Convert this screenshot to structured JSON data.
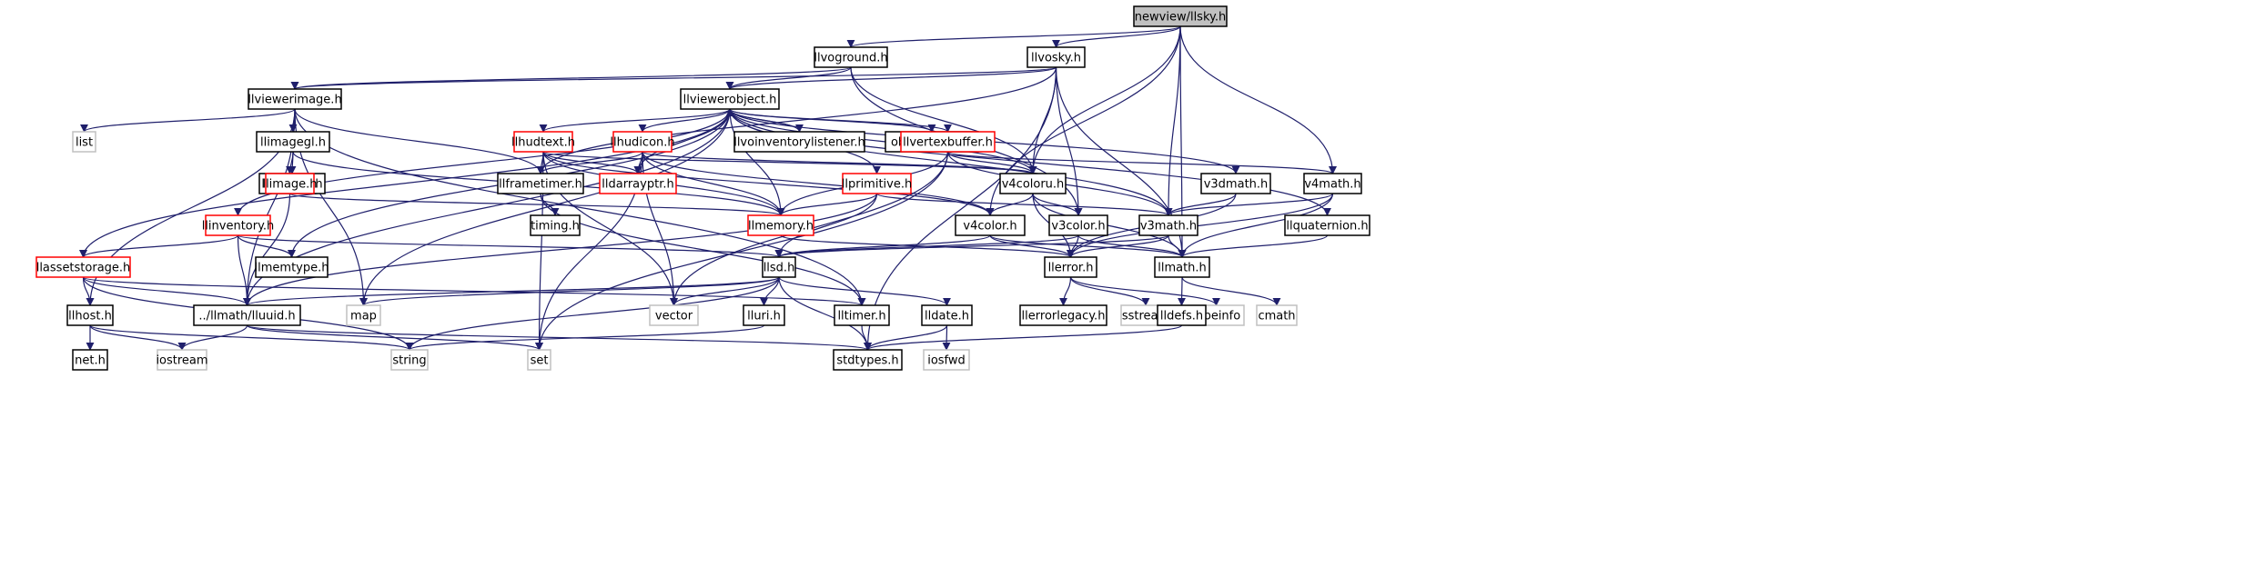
{
  "colors": {
    "edge": "#1f1f6b",
    "border_normal": "#000000",
    "border_incomplete": "#ff0000",
    "border_system": "#c0c0c0",
    "root_fill": "#c0c0c0",
    "text": "#000000"
  },
  "nodes": [
    {
      "id": "root",
      "label": "newview/llsky.h",
      "kind": "root"
    },
    {
      "id": "llvoground",
      "label": "llvoground.h",
      "kind": "normal"
    },
    {
      "id": "llvosky",
      "label": "llvosky.h",
      "kind": "normal"
    },
    {
      "id": "llviewerimage",
      "label": "llviewerimage.h",
      "kind": "normal"
    },
    {
      "id": "llviewerobject",
      "label": "llviewerobject.h",
      "kind": "normal"
    },
    {
      "id": "list",
      "label": "list",
      "kind": "system"
    },
    {
      "id": "llimagegl",
      "label": "llimagegl.h",
      "kind": "normal"
    },
    {
      "id": "llhudtext",
      "label": "llhudtext.h",
      "kind": "incomplete"
    },
    {
      "id": "llhudicon",
      "label": "llhudicon.h",
      "kind": "incomplete"
    },
    {
      "id": "llvoinventorylistener",
      "label": "llvoinventorylistener.h",
      "kind": "normal"
    },
    {
      "id": "object_flags",
      "label": "object_flags.h",
      "kind": "normal"
    },
    {
      "id": "llvertexbuffer",
      "label": "llvertexbuffer.h",
      "kind": "incomplete"
    },
    {
      "id": "llgltypes",
      "label": "llgltypes.h",
      "kind": "normal"
    },
    {
      "id": "llimage",
      "label": "llimage.h",
      "kind": "incomplete"
    },
    {
      "id": "llframetimer",
      "label": "llframetimer.h",
      "kind": "normal"
    },
    {
      "id": "lldarrayptr",
      "label": "lldarrayptr.h",
      "kind": "incomplete"
    },
    {
      "id": "v4coloru",
      "label": "v4coloru.h",
      "kind": "normal"
    },
    {
      "id": "llprimitive",
      "label": "llprimitive.h",
      "kind": "incomplete"
    },
    {
      "id": "v3dmath",
      "label": "v3dmath.h",
      "kind": "normal"
    },
    {
      "id": "v4math",
      "label": "v4math.h",
      "kind": "normal"
    },
    {
      "id": "timing",
      "label": "timing.h",
      "kind": "normal"
    },
    {
      "id": "llmemory",
      "label": "llmemory.h",
      "kind": "incomplete"
    },
    {
      "id": "v4color",
      "label": "v4color.h",
      "kind": "normal"
    },
    {
      "id": "v3color",
      "label": "v3color.h",
      "kind": "normal"
    },
    {
      "id": "v3math",
      "label": "v3math.h",
      "kind": "normal"
    },
    {
      "id": "llquaternion",
      "label": "llquaternion.h",
      "kind": "normal"
    },
    {
      "id": "llinventory",
      "label": "llinventory.h",
      "kind": "incomplete"
    },
    {
      "id": "llassetstorage",
      "label": "llassetstorage.h",
      "kind": "incomplete"
    },
    {
      "id": "llmemtype",
      "label": "llmemtype.h",
      "kind": "normal"
    },
    {
      "id": "llsd",
      "label": "llsd.h",
      "kind": "normal"
    },
    {
      "id": "llerror",
      "label": "llerror.h",
      "kind": "normal"
    },
    {
      "id": "llmath",
      "label": "llmath.h",
      "kind": "normal"
    },
    {
      "id": "llhost",
      "label": "llhost.h",
      "kind": "normal"
    },
    {
      "id": "lluuid",
      "label": "../llmath/lluuid.h",
      "kind": "normal"
    },
    {
      "id": "map",
      "label": "map",
      "kind": "system"
    },
    {
      "id": "vector",
      "label": "vector",
      "kind": "system"
    },
    {
      "id": "lluri",
      "label": "lluri.h",
      "kind": "normal"
    },
    {
      "id": "lltimer",
      "label": "lltimer.h",
      "kind": "normal"
    },
    {
      "id": "lldate",
      "label": "lldate.h",
      "kind": "normal"
    },
    {
      "id": "llerrorlegacy",
      "label": "llerrorlegacy.h",
      "kind": "normal"
    },
    {
      "id": "sstream",
      "label": "sstream",
      "kind": "system"
    },
    {
      "id": "typeinfo",
      "label": "typeinfo",
      "kind": "system"
    },
    {
      "id": "lldefs",
      "label": "lldefs.h",
      "kind": "normal"
    },
    {
      "id": "cmath",
      "label": "cmath",
      "kind": "system"
    },
    {
      "id": "net",
      "label": "net.h",
      "kind": "normal"
    },
    {
      "id": "iostream",
      "label": "iostream",
      "kind": "system"
    },
    {
      "id": "string",
      "label": "string",
      "kind": "system"
    },
    {
      "id": "set",
      "label": "set",
      "kind": "system"
    },
    {
      "id": "stdtypes",
      "label": "stdtypes.h",
      "kind": "normal"
    },
    {
      "id": "iosfwd",
      "label": "iosfwd",
      "kind": "system"
    }
  ],
  "edges": [
    [
      "root",
      "llvoground"
    ],
    [
      "root",
      "llvosky"
    ],
    [
      "root",
      "v4coloru"
    ],
    [
      "root",
      "v4color"
    ],
    [
      "root",
      "v3math"
    ],
    [
      "root",
      "v4math"
    ],
    [
      "root",
      "llmath"
    ],
    [
      "llvoground",
      "llviewerimage"
    ],
    [
      "llvoground",
      "llviewerobject"
    ],
    [
      "llvoground",
      "v4coloru"
    ],
    [
      "llvoground",
      "v3color"
    ],
    [
      "llvosky",
      "llviewerimage"
    ],
    [
      "llvosky",
      "llviewerobject"
    ],
    [
      "llvosky",
      "llframetimer"
    ],
    [
      "llvosky",
      "v4coloru"
    ],
    [
      "llvosky",
      "v3color"
    ],
    [
      "llvosky",
      "llmath"
    ],
    [
      "llvosky",
      "stdtypes"
    ],
    [
      "llviewerimage",
      "list"
    ],
    [
      "llviewerimage",
      "llimagegl"
    ],
    [
      "llviewerimage",
      "llframetimer"
    ],
    [
      "llviewerimage",
      "llhost"
    ],
    [
      "llviewerimage",
      "lluuid"
    ],
    [
      "llviewerimage",
      "map"
    ],
    [
      "llviewerimage",
      "lltimer"
    ],
    [
      "llviewerobject",
      "llhudtext"
    ],
    [
      "llviewerobject",
      "llhudicon"
    ],
    [
      "llviewerobject",
      "llvoinventorylistener"
    ],
    [
      "llviewerobject",
      "object_flags"
    ],
    [
      "llviewerobject",
      "llvertexbuffer"
    ],
    [
      "llviewerobject",
      "lldarrayptr"
    ],
    [
      "llviewerobject",
      "llmemory"
    ],
    [
      "llviewerobject",
      "llinventory"
    ],
    [
      "llviewerobject",
      "llassetstorage"
    ],
    [
      "llviewerobject",
      "llmemtype"
    ],
    [
      "llviewerobject",
      "lluuid"
    ],
    [
      "llviewerobject",
      "map"
    ],
    [
      "llviewerobject",
      "llprimitive"
    ],
    [
      "llviewerobject",
      "v3dmath"
    ],
    [
      "llviewerobject",
      "llquaternion"
    ],
    [
      "llviewerobject",
      "v3math"
    ],
    [
      "llviewerobject",
      "v4coloru"
    ],
    [
      "llvoinventorylistener",
      "llviewerobject"
    ],
    [
      "llimagegl",
      "llgltypes"
    ],
    [
      "llimagegl",
      "llimage"
    ],
    [
      "llimagegl",
      "llmemory"
    ],
    [
      "llhudtext",
      "llframetimer"
    ],
    [
      "llhudtext",
      "lldarrayptr"
    ],
    [
      "llhudtext",
      "llmemory"
    ],
    [
      "llhudtext",
      "v4color"
    ],
    [
      "llhudtext",
      "v4coloru"
    ],
    [
      "llhudtext",
      "set"
    ],
    [
      "llhudtext",
      "vector"
    ],
    [
      "llhudicon",
      "llframetimer"
    ],
    [
      "llhudicon",
      "lldarrayptr"
    ],
    [
      "llhudicon",
      "llmemory"
    ],
    [
      "llhudicon",
      "v4color"
    ],
    [
      "llhudicon",
      "v4coloru"
    ],
    [
      "llhudicon",
      "set"
    ],
    [
      "llhudicon",
      "vector"
    ],
    [
      "llvertexbuffer",
      "v4coloru"
    ],
    [
      "llvertexbuffer",
      "v3math"
    ],
    [
      "llvertexbuffer",
      "v4math"
    ],
    [
      "llvertexbuffer",
      "llmemory"
    ],
    [
      "llvertexbuffer",
      "set"
    ],
    [
      "llvertexbuffer",
      "vector"
    ],
    [
      "llimage",
      "llmemory"
    ],
    [
      "llimage",
      "lluuid"
    ],
    [
      "llframetimer",
      "timing"
    ],
    [
      "llframetimer",
      "lltimer"
    ],
    [
      "v4coloru",
      "v4color"
    ],
    [
      "v4coloru",
      "v3color"
    ],
    [
      "v4coloru",
      "llerror"
    ],
    [
      "v4coloru",
      "llmath"
    ],
    [
      "llprimitive",
      "llmemory"
    ],
    [
      "llprimitive",
      "v3math"
    ],
    [
      "llprimitive",
      "llsd"
    ],
    [
      "llprimitive",
      "lluuid"
    ],
    [
      "v3dmath",
      "v3math"
    ],
    [
      "v3dmath",
      "llerror"
    ],
    [
      "v4math",
      "v3math"
    ],
    [
      "v4math",
      "llerror"
    ],
    [
      "v4math",
      "llmath"
    ],
    [
      "llmemory",
      "llerror"
    ],
    [
      "v4color",
      "llerror"
    ],
    [
      "v4color",
      "llmath"
    ],
    [
      "v4color",
      "llsd"
    ],
    [
      "v3color",
      "llerror"
    ],
    [
      "v3color",
      "llmath"
    ],
    [
      "v3color",
      "llsd"
    ],
    [
      "v3math",
      "llerror"
    ],
    [
      "v3math",
      "llmath"
    ],
    [
      "v3math",
      "llsd"
    ],
    [
      "llquaternion",
      "llmath"
    ],
    [
      "llinventory",
      "llassetstorage"
    ],
    [
      "llinventory",
      "llmemtype"
    ],
    [
      "llinventory",
      "lluuid"
    ],
    [
      "llinventory",
      "llsd"
    ],
    [
      "llassetstorage",
      "llhost"
    ],
    [
      "llassetstorage",
      "lluuid"
    ],
    [
      "llassetstorage",
      "lltimer"
    ],
    [
      "llassetstorage",
      "string"
    ],
    [
      "llsd",
      "lluuid"
    ],
    [
      "llsd",
      "map"
    ],
    [
      "llsd",
      "vector"
    ],
    [
      "llsd",
      "lluri"
    ],
    [
      "llsd",
      "lldate"
    ],
    [
      "llsd",
      "string"
    ],
    [
      "llsd",
      "stdtypes"
    ],
    [
      "llerror",
      "llerrorlegacy"
    ],
    [
      "llerror",
      "sstream"
    ],
    [
      "llerror",
      "typeinfo"
    ],
    [
      "llmath",
      "lldefs"
    ],
    [
      "llmath",
      "cmath"
    ],
    [
      "llhost",
      "net"
    ],
    [
      "llhost",
      "iostream"
    ],
    [
      "llhost",
      "string"
    ],
    [
      "lluuid",
      "iostream"
    ],
    [
      "lluuid",
      "set"
    ],
    [
      "lluuid",
      "stdtypes"
    ],
    [
      "lluri",
      "string"
    ],
    [
      "lltimer",
      "stdtypes"
    ],
    [
      "lldate",
      "stdtypes"
    ],
    [
      "lldate",
      "iosfwd"
    ],
    [
      "lldefs",
      "stdtypes"
    ]
  ]
}
